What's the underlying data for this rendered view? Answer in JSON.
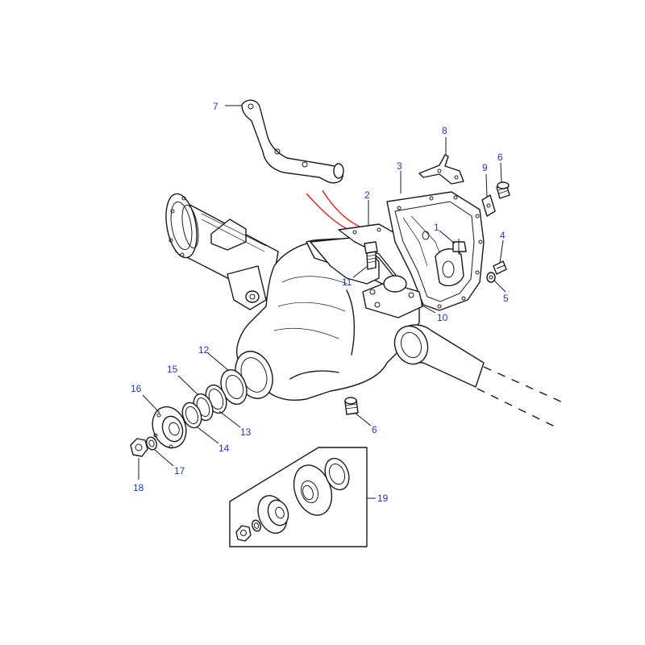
{
  "callouts": [
    {
      "id": "1",
      "label": "1"
    },
    {
      "id": "2",
      "label": "2"
    },
    {
      "id": "3",
      "label": "3"
    },
    {
      "id": "4",
      "label": "4"
    },
    {
      "id": "5",
      "label": "5"
    },
    {
      "id": "6a",
      "label": "6"
    },
    {
      "id": "6b",
      "label": "6"
    },
    {
      "id": "7",
      "label": "7"
    },
    {
      "id": "8",
      "label": "8"
    },
    {
      "id": "9",
      "label": "9"
    },
    {
      "id": "10",
      "label": "10"
    },
    {
      "id": "11",
      "label": "11"
    },
    {
      "id": "12",
      "label": "12"
    },
    {
      "id": "13",
      "label": "13"
    },
    {
      "id": "14",
      "label": "14"
    },
    {
      "id": "15",
      "label": "15"
    },
    {
      "id": "16",
      "label": "16"
    },
    {
      "id": "17",
      "label": "17"
    },
    {
      "id": "18",
      "label": "18"
    },
    {
      "id": "19",
      "label": "19"
    }
  ],
  "colors": {
    "callout_text": "#1f3bb3",
    "line": "#1a1a1a",
    "highlight": "#e0231e",
    "background": "#ffffff"
  }
}
